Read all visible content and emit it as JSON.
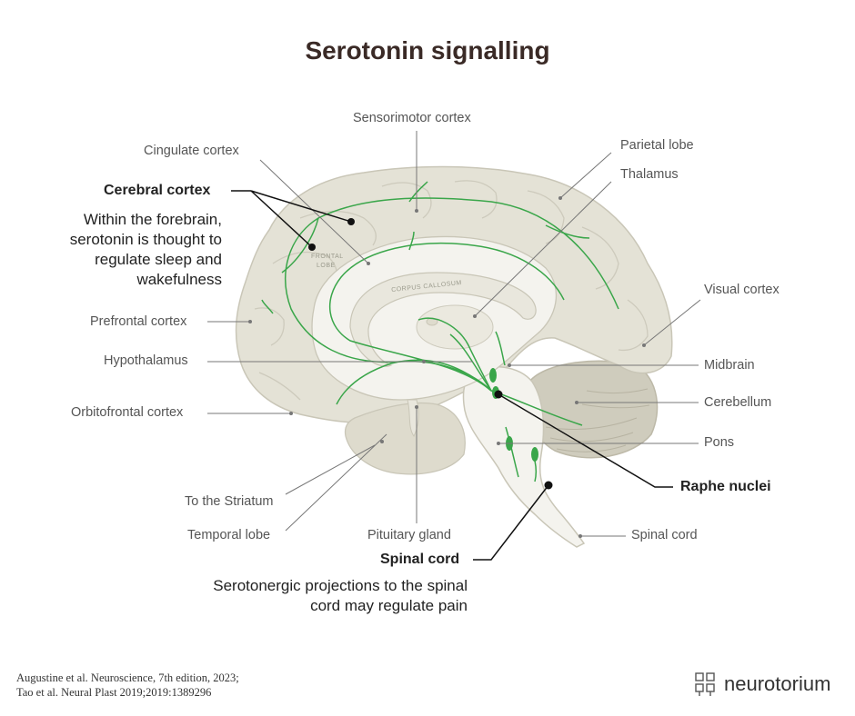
{
  "title": "Serotonin signalling",
  "labels": {
    "sensorimotor": "Sensorimotor cortex",
    "cingulate": "Cingulate cortex",
    "parietal": "Parietal lobe",
    "thalamus": "Thalamus",
    "cerebral_cortex": "Cerebral cortex",
    "cerebral_desc_1": "Within the forebrain,",
    "cerebral_desc_2": "serotonin is thought to",
    "cerebral_desc_3": "regulate sleep and",
    "cerebral_desc_4": "wakefulness",
    "visual": "Visual cortex",
    "prefrontal": "Prefrontal cortex",
    "hypothalamus": "Hypothalamus",
    "midbrain": "Midbrain",
    "cerebellum": "Cerebellum",
    "orbitofrontal": "Orbitofrontal cortex",
    "pons": "Pons",
    "raphe": "Raphe nuclei",
    "striatum": "To the Striatum",
    "temporal": "Temporal lobe",
    "pituitary": "Pituitary gland",
    "spinal_cord_right": "Spinal cord",
    "spinal_cord_bold": "Spinal cord",
    "spinal_desc_1": "Serotonergic projections to the spinal",
    "spinal_desc_2": "cord may regulate pain",
    "frontal_lobe_1": "FRONTAL",
    "frontal_lobe_2": "LOBE",
    "corpus_callosum": "CORPUS CALLOSUM"
  },
  "references": {
    "line1": "Augustine et al. Neuroscience, 7th edition, 2023;",
    "line2": "Tao et al. Neural Plast 2019;2019:1389296"
  },
  "logo": {
    "text": "neurotorium",
    "icon": "neurotorium-logo-icon"
  },
  "colors": {
    "brain_fill": "#e4e2d6",
    "brain_stroke": "#c9c6b7",
    "inner_fill": "#f4f3ee",
    "pathway": "#3aa64a",
    "title": "#3a2a26"
  }
}
